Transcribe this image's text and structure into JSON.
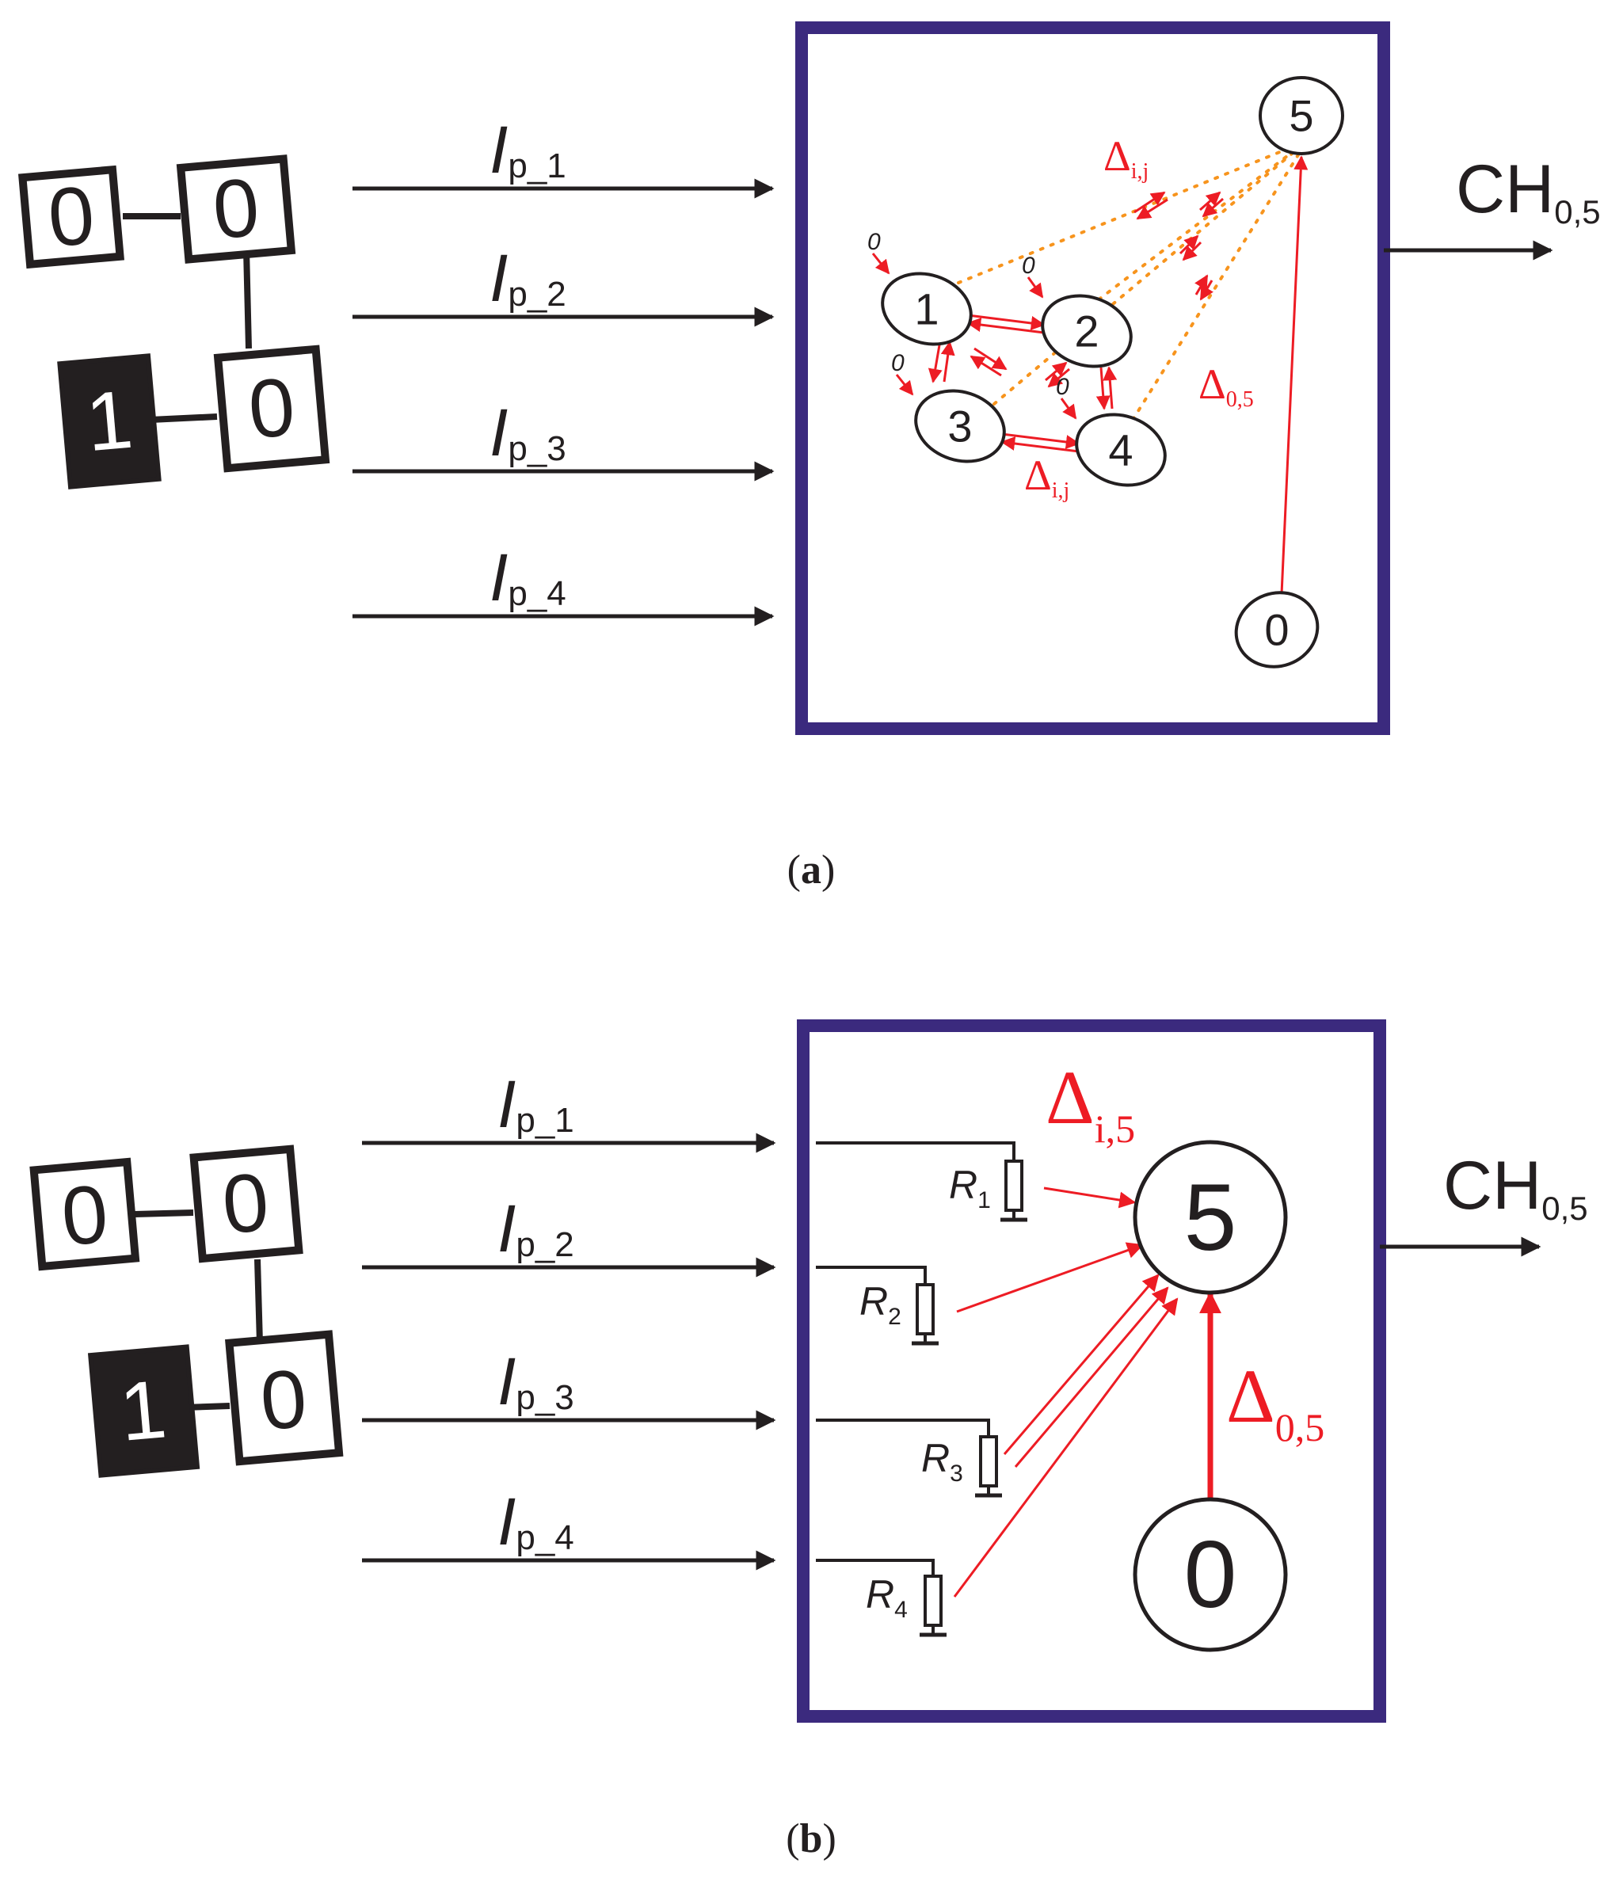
{
  "colors": {
    "frame": "#3b2a7e",
    "ink": "#231f20",
    "red": "#ed1c24",
    "orange": "#f7941d",
    "paper": "#ffffff"
  },
  "shared": {
    "blocks": {
      "tl": "0",
      "tr": "0",
      "bl": "1",
      "br": "0"
    },
    "inputs": [
      {
        "sym": "I",
        "sub": "p_1"
      },
      {
        "sym": "I",
        "sub": "p_2"
      },
      {
        "sym": "I",
        "sub": "p_3"
      },
      {
        "sym": "I",
        "sub": "p_4"
      }
    ],
    "output": {
      "main": "CH",
      "sub": "0,5"
    }
  },
  "panel_a": {
    "caption": {
      "open": "(",
      "letter": "a",
      "close": ")"
    },
    "nodes": {
      "n1": "1",
      "n2": "2",
      "n3": "3",
      "n4": "4",
      "n5": "5",
      "n0": "0"
    },
    "small_zero": "0",
    "delta_ij_top": {
      "sym": "Δ",
      "sub": "i,j"
    },
    "delta_ij_bottom": {
      "sym": "Δ",
      "sub": "i,j"
    },
    "delta_05": {
      "sym": "Δ",
      "sub": "0,5"
    }
  },
  "panel_b": {
    "caption": {
      "open": "(",
      "letter": "b",
      "close": ")"
    },
    "nodes": {
      "n5": "5",
      "n0": "0"
    },
    "resistors": [
      {
        "sym": "R",
        "sub": "1"
      },
      {
        "sym": "R",
        "sub": "2"
      },
      {
        "sym": "R",
        "sub": "3"
      },
      {
        "sym": "R",
        "sub": "4"
      }
    ],
    "delta_i5": {
      "sym": "Δ",
      "sub": "i,5"
    },
    "delta_05": {
      "sym": "Δ",
      "sub": "0,5"
    }
  }
}
